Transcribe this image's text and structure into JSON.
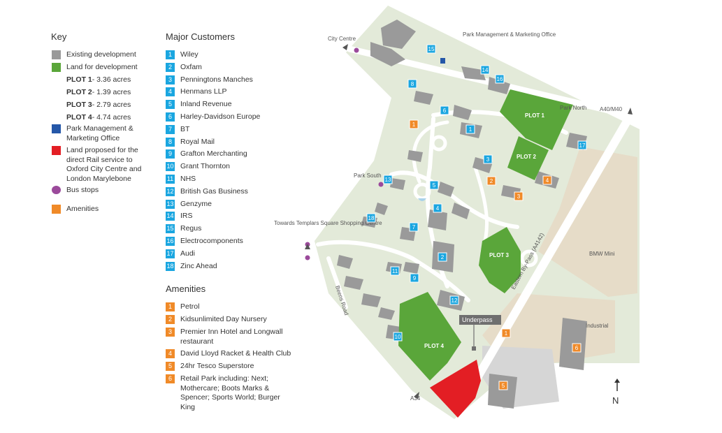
{
  "key": {
    "title": "Key",
    "items": [
      {
        "label": "Existing development",
        "color": "#9a9a9a",
        "shape": "square"
      },
      {
        "label": "Land for development",
        "color": "#5aa63a",
        "shape": "square"
      },
      {
        "plot": "PLOT 1",
        "size": " - 3.36 acres"
      },
      {
        "plot": "PLOT 2",
        "size": " - 1.39 acres"
      },
      {
        "plot": "PLOT 3",
        "size": " - 2.79 acres"
      },
      {
        "plot": "PLOT 4",
        "size": " - 4.74 acres"
      },
      {
        "label": "Park Management & Marketing Office",
        "color": "#2557a8",
        "shape": "square"
      },
      {
        "label": "Land proposed for the direct Rail service to Oxford City Centre and London Marylebone",
        "color": "#e31e24",
        "shape": "square"
      },
      {
        "label": "Bus stops",
        "color": "#9b4a9b",
        "shape": "circle"
      },
      {
        "label": "Amenities",
        "color": "#f08a28",
        "shape": "square"
      }
    ]
  },
  "customers": {
    "title": "Major Customers",
    "items": [
      {
        "n": "1",
        "name": "Wiley"
      },
      {
        "n": "2",
        "name": "Oxfam"
      },
      {
        "n": "3",
        "name": "Penningtons Manches"
      },
      {
        "n": "4",
        "name": "Henmans LLP"
      },
      {
        "n": "5",
        "name": "Inland Revenue"
      },
      {
        "n": "6",
        "name": "Harley-Davidson Europe"
      },
      {
        "n": "7",
        "name": "BT"
      },
      {
        "n": "8",
        "name": "Royal Mail"
      },
      {
        "n": "9",
        "name": "Grafton Merchanting"
      },
      {
        "n": "10",
        "name": "Grant Thornton"
      },
      {
        "n": "11",
        "name": "NHS"
      },
      {
        "n": "12",
        "name": "British Gas Business"
      },
      {
        "n": "13",
        "name": "Genzyme"
      },
      {
        "n": "14",
        "name": "IRS"
      },
      {
        "n": "15",
        "name": "Regus"
      },
      {
        "n": "16",
        "name": "Electrocomponents"
      },
      {
        "n": "17",
        "name": "Audi"
      },
      {
        "n": "18",
        "name": "Zinc Ahead"
      }
    ]
  },
  "amenities": {
    "title": "Amenities",
    "items": [
      {
        "n": "1",
        "name": "Petrol"
      },
      {
        "n": "2",
        "name": "Kidsunlimited Day Nursery"
      },
      {
        "n": "3",
        "name": "Premier Inn Hotel and Longwall restaurant"
      },
      {
        "n": "4",
        "name": "David Lloyd Racket & Health Club"
      },
      {
        "n": "5",
        "name": "24hr Tesco Superstore"
      },
      {
        "n": "6",
        "name": "Retail Park including: Next; Mothercare; Boots Marks & Spencer; Sports World; Burger King"
      }
    ]
  },
  "map": {
    "labels": {
      "city_centre": "City Centre",
      "park_office": "Park Management & Marketing Office",
      "park_north": "Park North",
      "a40": "A40/M40",
      "park_south": "Park South",
      "towards": "Towards Templars Square Shopping Centre",
      "beens_road": "Beens Road",
      "bmw": "BMW Mini",
      "industrial": "Industrial",
      "bypass": "Eastern By-Pass (A4142)",
      "underpass": "Underpass",
      "a34": "A34",
      "north": "N"
    },
    "plots": [
      "PLOT 1",
      "PLOT 2",
      "PLOT 3",
      "PLOT 4"
    ],
    "colors": {
      "building": "#9a9a9a",
      "plot": "#5aa63a",
      "rail": "#e31e24",
      "office": "#2557a8",
      "bus": "#9b4a9b",
      "amenity": "#f08a28",
      "customer": "#1aa6e0",
      "ground": "#dfe8d6",
      "road": "#ffffff"
    }
  }
}
